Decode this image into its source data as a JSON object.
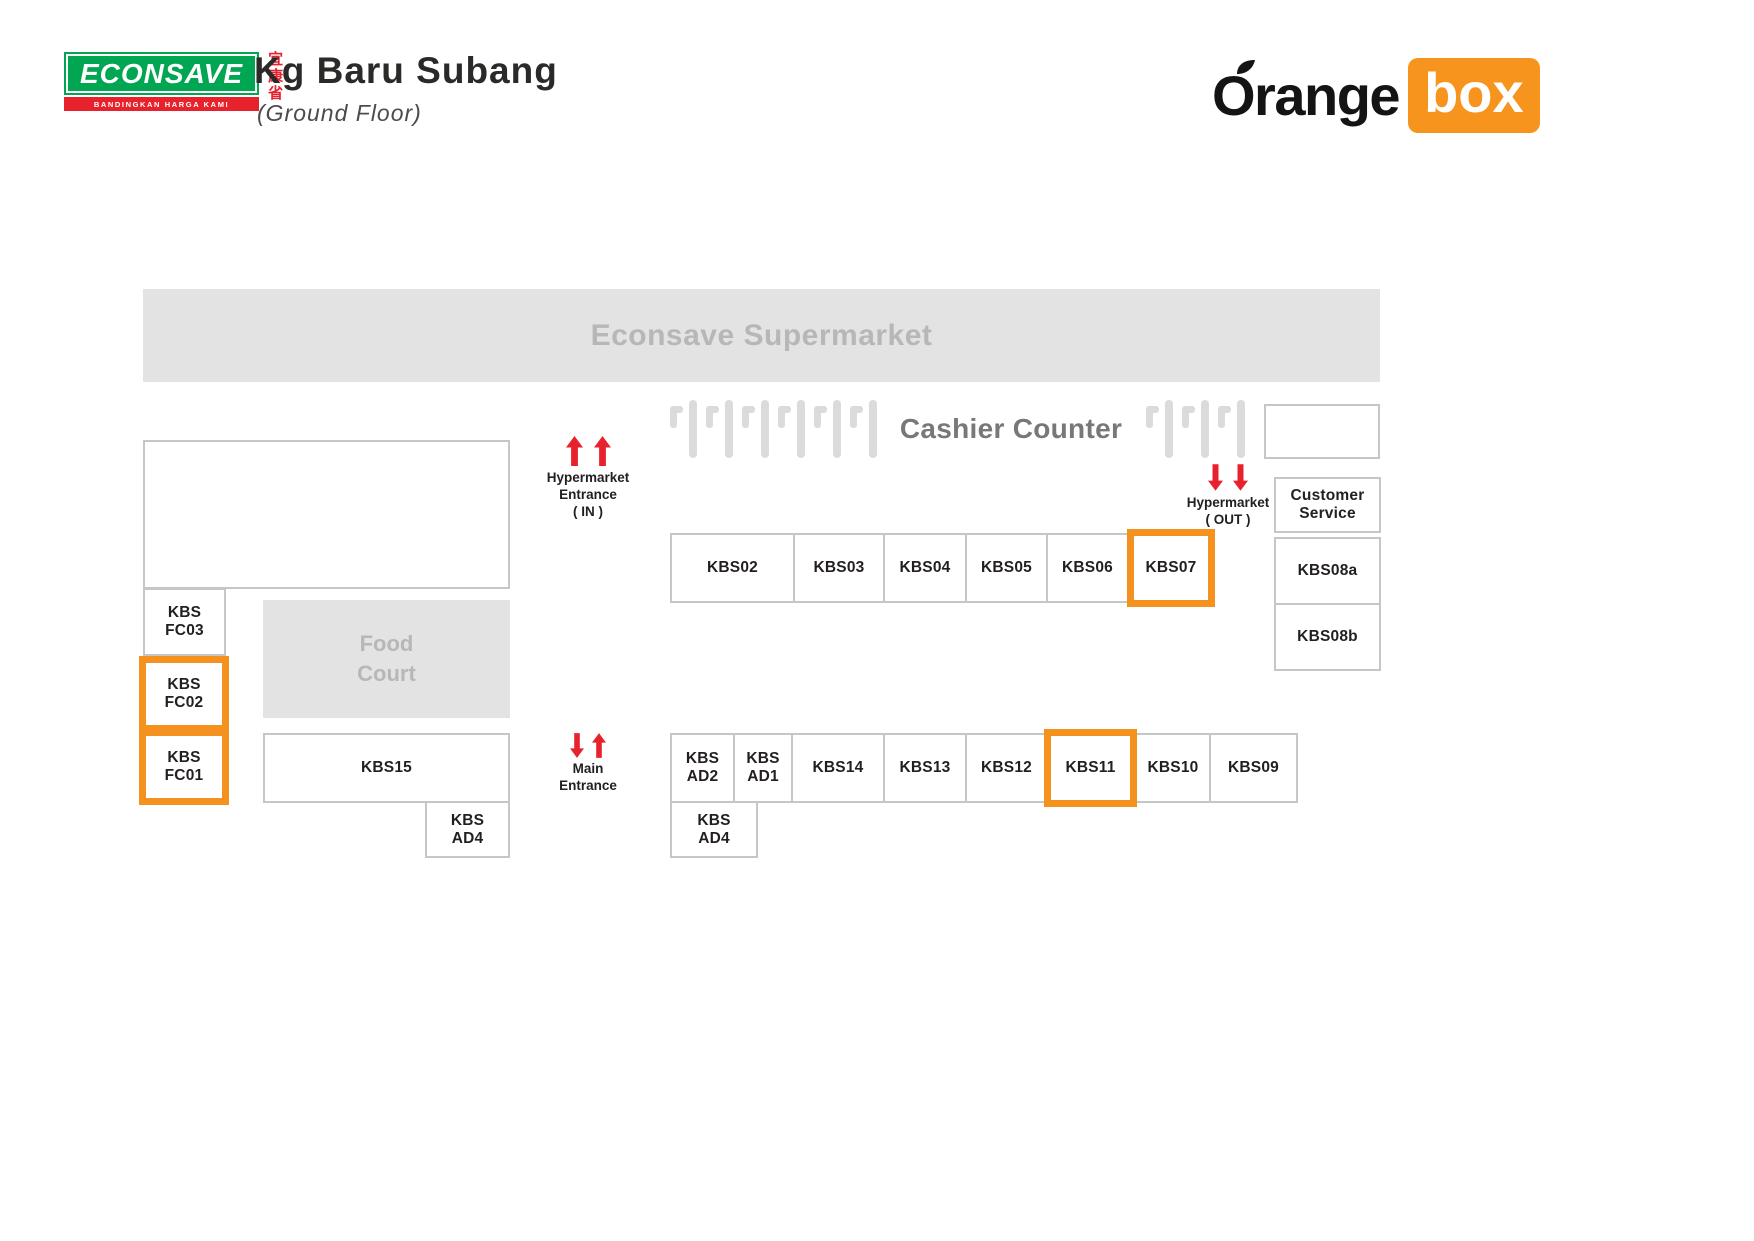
{
  "header": {
    "econsave": {
      "wordmark": "ECONSAVE",
      "tagline": "BANDINGKAN HARGA KAMI",
      "chinese": "宜康省"
    },
    "title": "Kg Baru Subang",
    "subtitle": "(Ground Floor)",
    "orangebox": {
      "orange": "Orange",
      "box": "box"
    }
  },
  "colors": {
    "highlight_orange": "#F5911E",
    "econsave_green": "#00A651",
    "arrow_red": "#E8222D",
    "area_fill": "#E3E3E3",
    "area_label_gray": "#B7B7B7"
  },
  "areas": {
    "supermarket": "Econsave Supermarket",
    "cashier": "Cashier Counter",
    "food_court": {
      "l1": "Food",
      "l2": "Court"
    },
    "customer_service": {
      "l1": "Customer",
      "l2": "Service"
    }
  },
  "entrances": {
    "hyper_in": {
      "l1": "Hypermarket",
      "l2": "Entrance",
      "l3": "( IN )"
    },
    "hyper_out": {
      "l1": "Hypermarket",
      "l2": "( OUT )"
    },
    "main": {
      "l1": "Main",
      "l2": "Entrance"
    }
  },
  "units": {
    "kbs02": "KBS02",
    "kbs03": "KBS03",
    "kbs04": "KBS04",
    "kbs05": "KBS05",
    "kbs06": "KBS06",
    "kbs07": "KBS07",
    "kbs08a": "KBS08a",
    "kbs08b": "KBS08b",
    "kbs09": "KBS09",
    "kbs10": "KBS10",
    "kbs11": "KBS11",
    "kbs12": "KBS12",
    "kbs13": "KBS13",
    "kbs14": "KBS14",
    "kbs15": "KBS15",
    "fc01": {
      "l1": "KBS",
      "l2": "FC01"
    },
    "fc02": {
      "l1": "KBS",
      "l2": "FC02"
    },
    "fc03": {
      "l1": "KBS",
      "l2": "FC03"
    },
    "ad1": {
      "l1": "KBS",
      "l2": "AD1"
    },
    "ad2": {
      "l1": "KBS",
      "l2": "AD2"
    },
    "ad4_left": {
      "l1": "KBS",
      "l2": "AD4"
    },
    "ad4_bottom": {
      "l1": "KBS",
      "l2": "AD4"
    }
  },
  "highlighted_units": [
    "KBS FC01",
    "KBS FC02",
    "KBS07",
    "KBS11"
  ]
}
